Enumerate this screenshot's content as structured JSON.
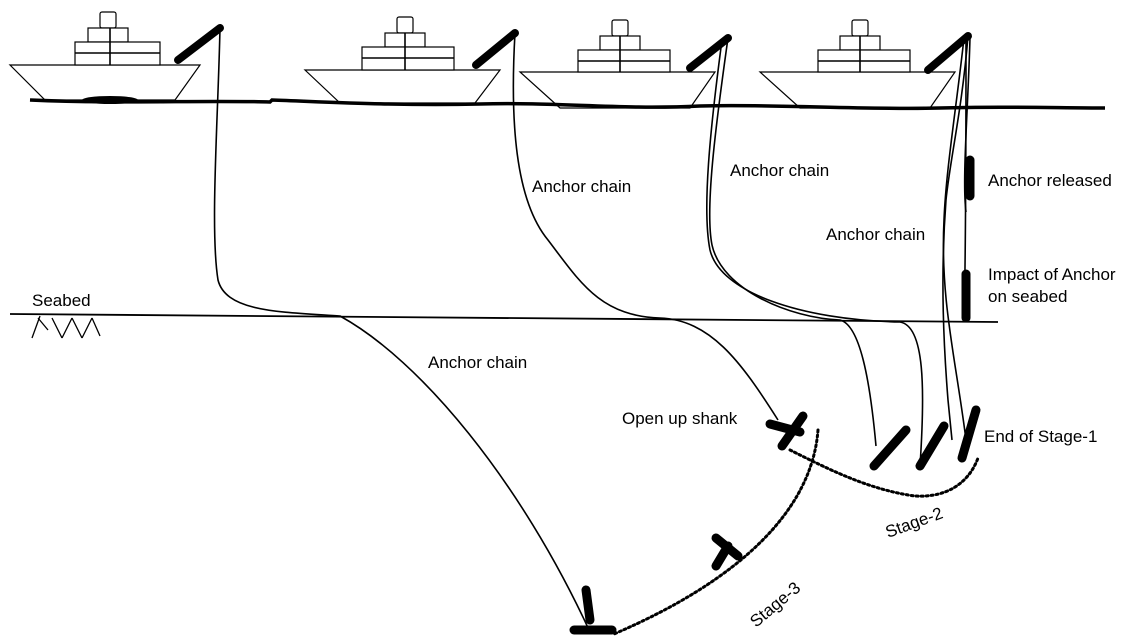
{
  "labels": {
    "seabed": "Seabed",
    "anchor_chain_1": "Anchor chain",
    "anchor_chain_2": "Anchor chain",
    "anchor_chain_3": "Anchor chain",
    "anchor_chain_4": "Anchor chain",
    "anchor_released": "Anchor released",
    "impact_line1": "Impact of Anchor",
    "impact_line2": "on seabed",
    "end_stage1": "End of Stage-1",
    "open_up_shank": "Open up shank",
    "stage2": "Stage-2",
    "stage3": "Stage-3"
  },
  "colors": {
    "ink": "#000000",
    "background": "#ffffff"
  }
}
